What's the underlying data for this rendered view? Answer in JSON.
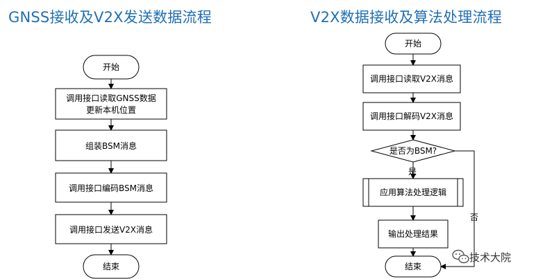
{
  "titles": {
    "left": "GNSS接收及V2X发送数据流程",
    "right": "V2X数据接收及算法处理流程"
  },
  "left_flow": {
    "start": "开始",
    "step1_line1": "调用接口读取GNSS数据",
    "step1_line2": "更新本机位置",
    "step2": "组装BSM消息",
    "step3": "调用接口编码BSM消息",
    "step4": "调用接口发送V2X消息",
    "end": "结束"
  },
  "right_flow": {
    "start": "开始",
    "step1": "调用接口读取V2X消息",
    "step2": "调用接口解码V2X消息",
    "decision": "是否为BSM?",
    "yes_label": "是",
    "no_label": "否",
    "process": "应用算法处理逻辑",
    "output": "输出处理结果",
    "end": "结束"
  },
  "watermark": {
    "text": "技术大院",
    "icon": "wechat-icon"
  }
}
